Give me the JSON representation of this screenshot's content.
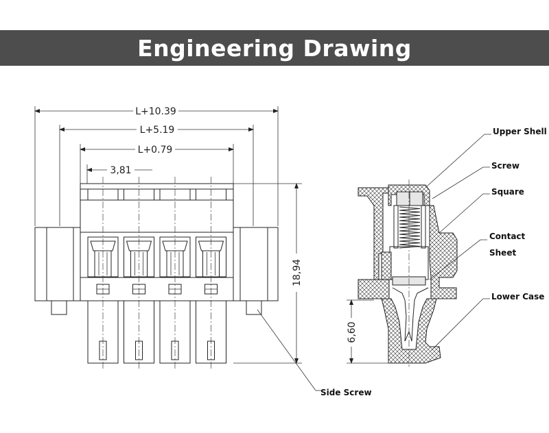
{
  "header": {
    "title": "Engineering Drawing",
    "background_color": "#4d4d4d",
    "text_color": "#ffffff"
  },
  "dimensions": {
    "overall_width": "L+10.39",
    "middle_width": "L+5.19",
    "inner_width": "L+0.79",
    "pitch": "3,81",
    "height": "18,94",
    "lower_height": "6,60"
  },
  "callouts": {
    "upper_shell": "Upper Shell",
    "screw": "Screw",
    "square": "Square",
    "contact_line1": "Contact",
    "contact_line2": "Sheet",
    "lower_case": "Lower Case",
    "side_screw": "Side Screw"
  },
  "pin_count": 4
}
